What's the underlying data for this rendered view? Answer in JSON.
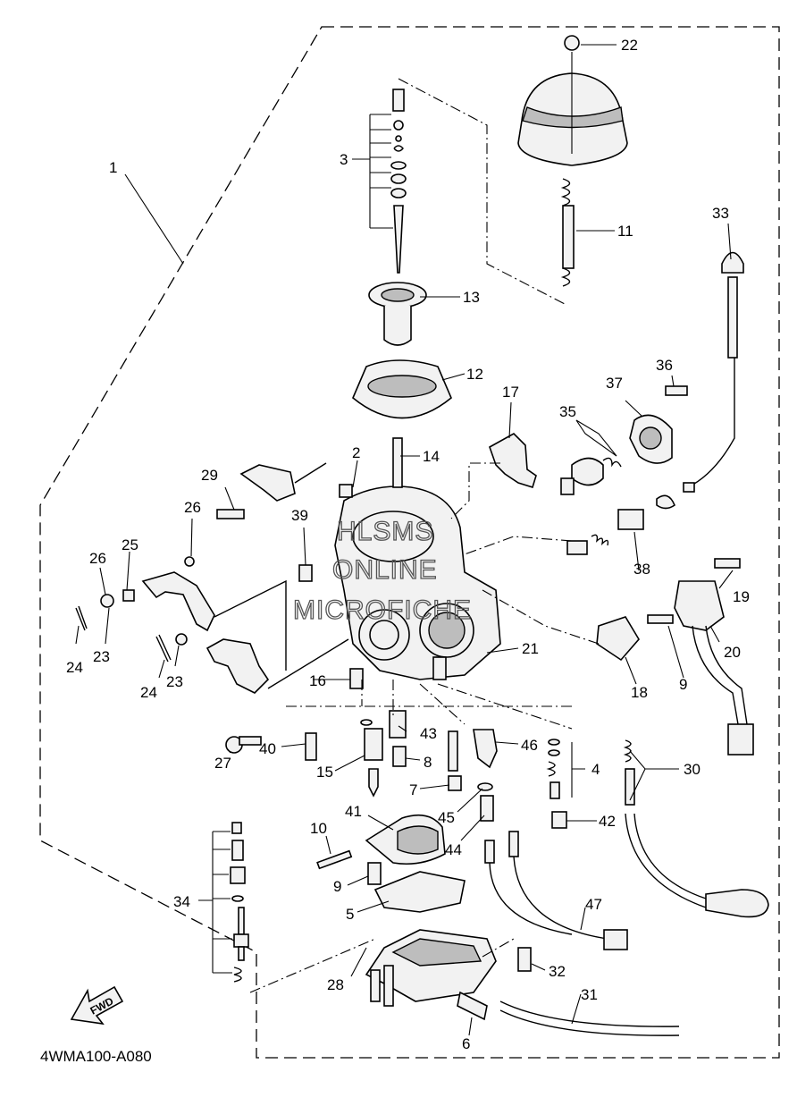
{
  "diagram": {
    "code": "4WMA100-A080",
    "forward_label": "FWD",
    "watermark": [
      "HLSMS",
      "ONLINE",
      "MICROFICHE"
    ],
    "callouts": [
      {
        "id": "c1",
        "label": "1"
      },
      {
        "id": "c2",
        "label": "2"
      },
      {
        "id": "c3",
        "label": "3"
      },
      {
        "id": "c4",
        "label": "4"
      },
      {
        "id": "c5",
        "label": "5"
      },
      {
        "id": "c6",
        "label": "6"
      },
      {
        "id": "c7",
        "label": "7"
      },
      {
        "id": "c8",
        "label": "8"
      },
      {
        "id": "c9a",
        "label": "9"
      },
      {
        "id": "c9b",
        "label": "9"
      },
      {
        "id": "c10",
        "label": "10"
      },
      {
        "id": "c11",
        "label": "11"
      },
      {
        "id": "c12",
        "label": "12"
      },
      {
        "id": "c13",
        "label": "13"
      },
      {
        "id": "c14",
        "label": "14"
      },
      {
        "id": "c15",
        "label": "15"
      },
      {
        "id": "c16",
        "label": "16"
      },
      {
        "id": "c17",
        "label": "17"
      },
      {
        "id": "c18",
        "label": "18"
      },
      {
        "id": "c19",
        "label": "19"
      },
      {
        "id": "c20",
        "label": "20"
      },
      {
        "id": "c21",
        "label": "21"
      },
      {
        "id": "c22",
        "label": "22"
      },
      {
        "id": "c23a",
        "label": "23"
      },
      {
        "id": "c23b",
        "label": "23"
      },
      {
        "id": "c24a",
        "label": "24"
      },
      {
        "id": "c24b",
        "label": "24"
      },
      {
        "id": "c25",
        "label": "25"
      },
      {
        "id": "c26a",
        "label": "26"
      },
      {
        "id": "c26b",
        "label": "26"
      },
      {
        "id": "c27",
        "label": "27"
      },
      {
        "id": "c28",
        "label": "28"
      },
      {
        "id": "c29",
        "label": "29"
      },
      {
        "id": "c30",
        "label": "30"
      },
      {
        "id": "c31",
        "label": "31"
      },
      {
        "id": "c32",
        "label": "32"
      },
      {
        "id": "c33",
        "label": "33"
      },
      {
        "id": "c34",
        "label": "34"
      },
      {
        "id": "c35",
        "label": "35"
      },
      {
        "id": "c36",
        "label": "36"
      },
      {
        "id": "c37",
        "label": "37"
      },
      {
        "id": "c38",
        "label": "38"
      },
      {
        "id": "c39",
        "label": "39"
      },
      {
        "id": "c40",
        "label": "40"
      },
      {
        "id": "c41",
        "label": "41"
      },
      {
        "id": "c42",
        "label": "42"
      },
      {
        "id": "c43",
        "label": "43"
      },
      {
        "id": "c44",
        "label": "44"
      },
      {
        "id": "c45",
        "label": "45"
      },
      {
        "id": "c46",
        "label": "46"
      },
      {
        "id": "c47",
        "label": "47"
      }
    ]
  }
}
